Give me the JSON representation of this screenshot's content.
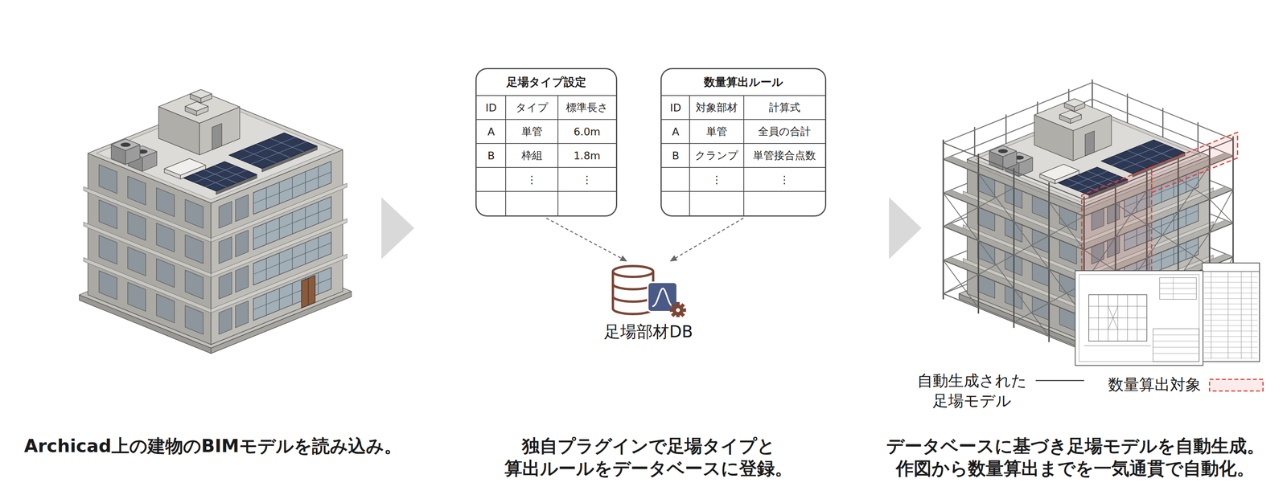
{
  "diagram": {
    "nodes": [
      {
        "text": [
          "足場タイプ設定"
        ]
      },
      {
        "text": [
          "数量算出ルール"
        ]
      },
      {
        "text": [
          "足場部材DB"
        ]
      }
    ],
    "edges": [
      {
        "from": 0,
        "to": 2,
        "arrow": "to"
      },
      {
        "from": 1,
        "to": 2,
        "arrow": "to"
      }
    ],
    "labels": [
      "ID",
      "タイプ",
      "標準長さ",
      "A",
      "単管",
      "6.0m",
      "B",
      "枠組",
      "1.8m",
      "⋮",
      "⋮",
      "ID",
      "対象部材",
      "計算式",
      "A",
      "単管",
      "全員の合計",
      "B",
      "クランプ",
      "単管接合点数",
      "⋮",
      "⋮",
      "Archicad上の建物のBIMモデルを読み込み。",
      "独自プラグインで足場タイプと 算出ルールをデータベースに登録。",
      "データベースに基づき足場モデルを自動生成。 作図から数量算出までを一気通貫で自動化。"
    ],
    "legend": [
      {
        "text": "自動生成された 足場モデル"
      },
      {
        "text": "数量算出対象"
      }
    ]
  }
}
